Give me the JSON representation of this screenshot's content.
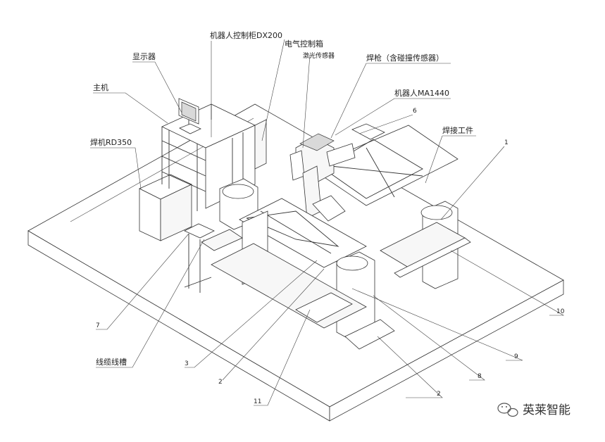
{
  "labels": {
    "robot_controller": "机器人控制柜DX200",
    "electrical_box": "电气控制箱",
    "laser_sensor": "激光传感器",
    "monitor": "显示器",
    "host": "主机",
    "welding_torch": "焊枪（含碰撞传感器）",
    "robot": "机器人MA1440",
    "welder": "焊机RD350",
    "workpiece": "焊接工件",
    "cable_trough": "线缆线槽"
  },
  "callouts": {
    "n1": "1",
    "n2a": "2",
    "n2b": "2",
    "n3": "3",
    "n6": "6",
    "n7": "7",
    "n8": "8",
    "n9": "9",
    "n10": "10",
    "n11": "11"
  },
  "watermark": "英莱智能"
}
